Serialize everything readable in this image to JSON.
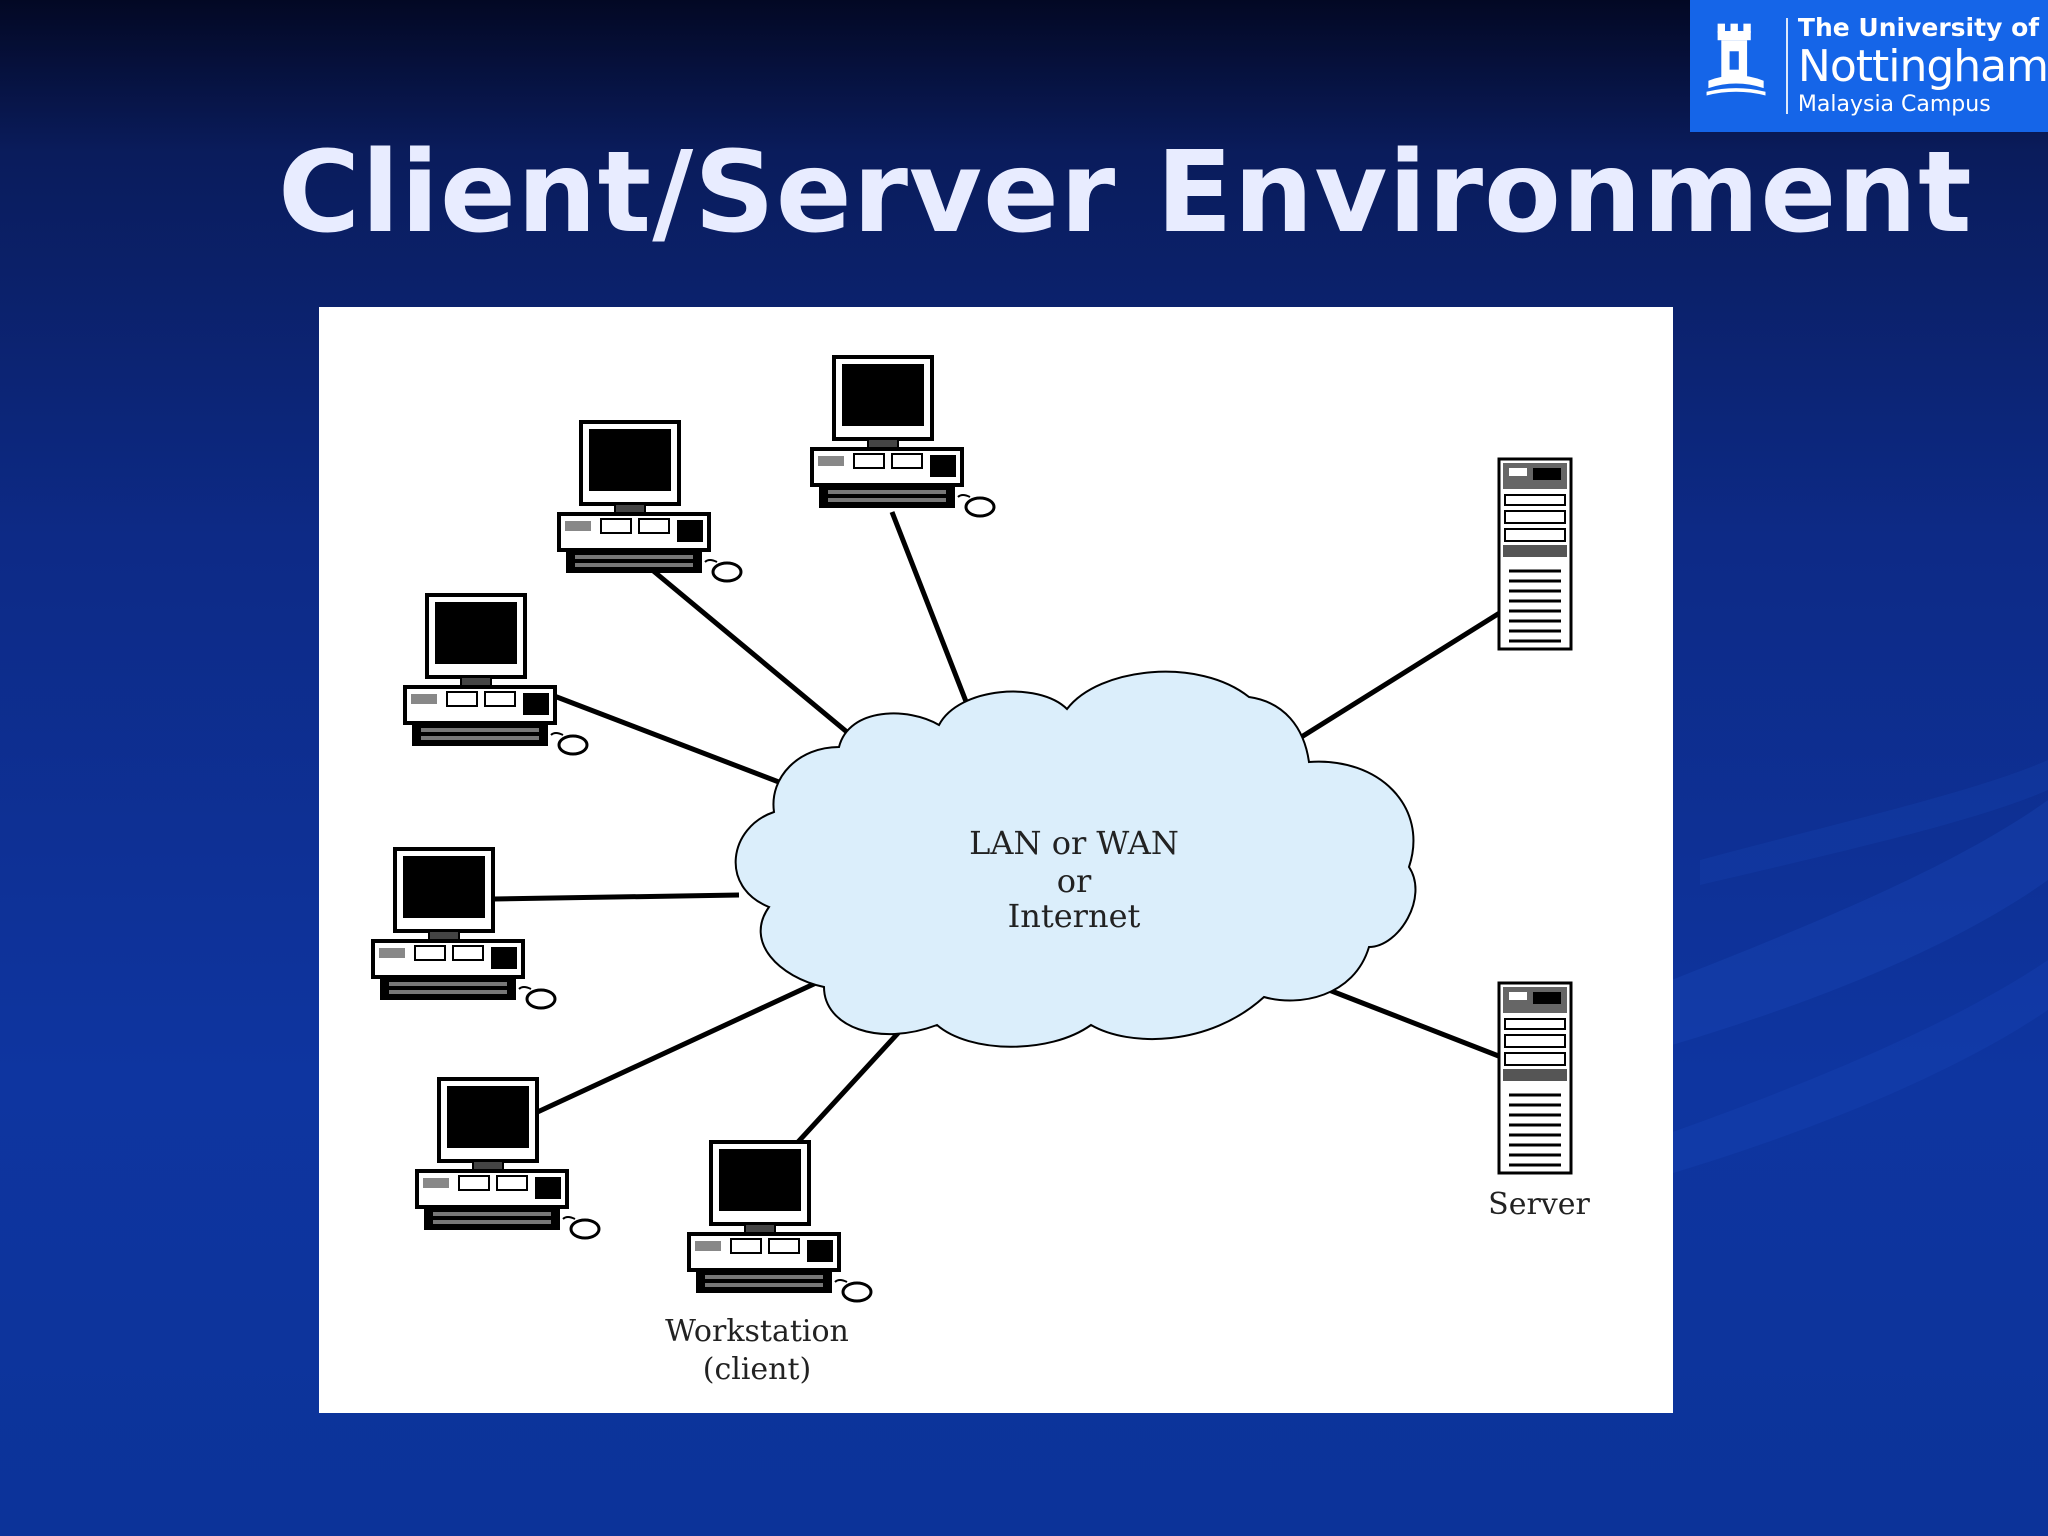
{
  "slide": {
    "title": "Client/Server Environment"
  },
  "logo": {
    "line1": "The University of",
    "line2": "Nottingham",
    "line3": "Malaysia Campus",
    "icon": "castle-crest-icon",
    "color": "#1565e8"
  },
  "diagram": {
    "cloud": {
      "line1": "LAN or WAN",
      "line2": "or",
      "line3": "Internet",
      "fill": "#dbeefb"
    },
    "workstation_label": {
      "line1": "Workstation",
      "line2": "(client)"
    },
    "server_label": "Server",
    "workstation_icon": "desktop-computer-icon",
    "server_icon": "server-tower-icon"
  },
  "colors": {
    "background": "#0d2a86",
    "title": "#e8ecff",
    "panel": "#ffffff"
  }
}
